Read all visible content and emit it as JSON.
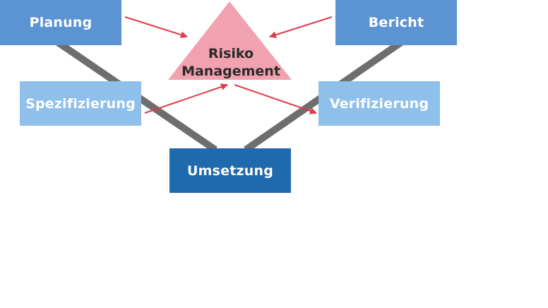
{
  "diagram": {
    "risk_line1": "Risiko",
    "risk_line2": "Management",
    "boxes": {
      "planung": "Planung",
      "bericht": "Bericht",
      "spezifizierung": "Spezifizierung",
      "verifizierung": "Verifizierung",
      "umsetzung": "Umsetzung"
    }
  },
  "colors": {
    "top_box": "#5b93d3",
    "middle_box": "#8ec0eb",
    "bottom_box": "#1f69ad",
    "risk_triangle": "#f2a1b0",
    "arrow": "#e23a48",
    "v_line": "#6e6e6e"
  }
}
